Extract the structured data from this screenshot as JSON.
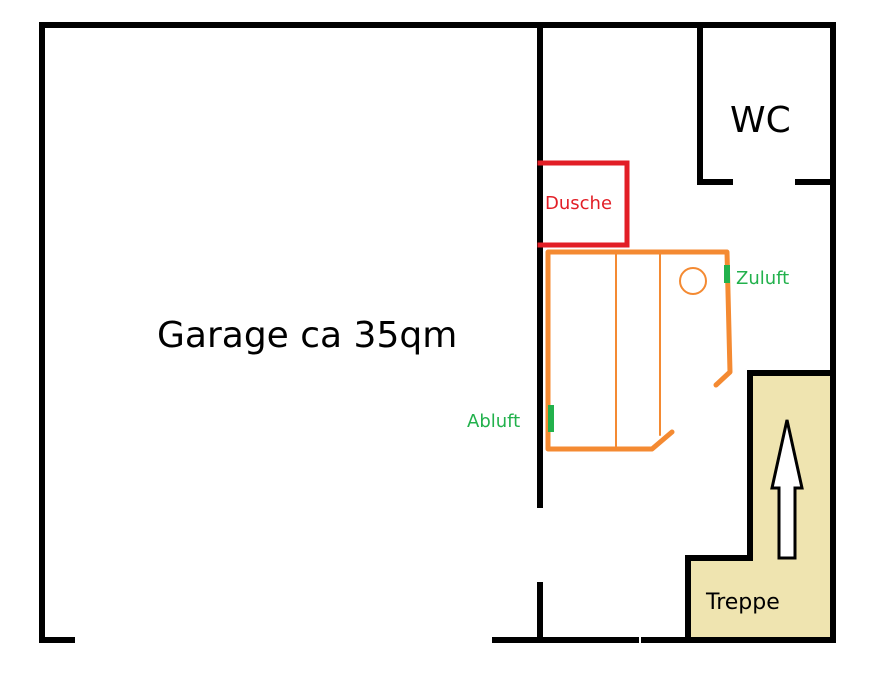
{
  "rooms": {
    "garage": {
      "label": "Garage ca 35qm"
    },
    "wc": {
      "label": "WC"
    },
    "dusche": {
      "label": "Dusche"
    },
    "treppe": {
      "label": "Treppe"
    }
  },
  "vents": {
    "zuluft": {
      "label": "Zuluft"
    },
    "abluft": {
      "label": "Abluft"
    }
  },
  "colors": {
    "wall": "#000000",
    "shower": "#e21e26",
    "bath": "#f48a32",
    "vent": "#22b14c",
    "stairs": "#efe4b0"
  },
  "icons": {
    "drain": "circle",
    "stairs_direction": "arrow-up-icon"
  }
}
